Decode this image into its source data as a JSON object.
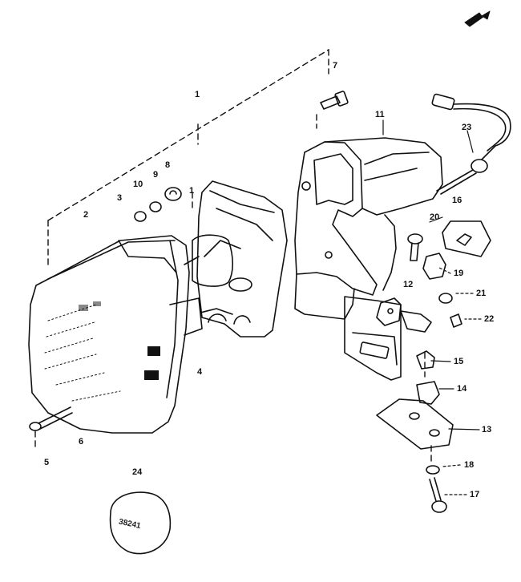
{
  "figure": {
    "callouts": [
      {
        "id": "c1",
        "text": "1"
      },
      {
        "id": "c1b",
        "text": "1"
      },
      {
        "id": "c2",
        "text": "2"
      },
      {
        "id": "c3",
        "text": "3"
      },
      {
        "id": "c4",
        "text": "4"
      },
      {
        "id": "c5",
        "text": "5"
      },
      {
        "id": "c6",
        "text": "6"
      },
      {
        "id": "c7",
        "text": "7"
      },
      {
        "id": "c8",
        "text": "8"
      },
      {
        "id": "c9",
        "text": "9"
      },
      {
        "id": "c10",
        "text": "10"
      },
      {
        "id": "c11",
        "text": "11"
      },
      {
        "id": "c12",
        "text": "12"
      },
      {
        "id": "c13",
        "text": "13"
      },
      {
        "id": "c14",
        "text": "14"
      },
      {
        "id": "c15",
        "text": "15"
      },
      {
        "id": "c16",
        "text": "16"
      },
      {
        "id": "c17",
        "text": "17"
      },
      {
        "id": "c18",
        "text": "18"
      },
      {
        "id": "c19",
        "text": "19"
      },
      {
        "id": "c20",
        "text": "20"
      },
      {
        "id": "c21",
        "text": "21"
      },
      {
        "id": "c22",
        "text": "22"
      },
      {
        "id": "c23",
        "text": "23"
      },
      {
        "id": "c24",
        "text": "24"
      }
    ],
    "decal_text": "38241",
    "line_color": "#111111"
  }
}
